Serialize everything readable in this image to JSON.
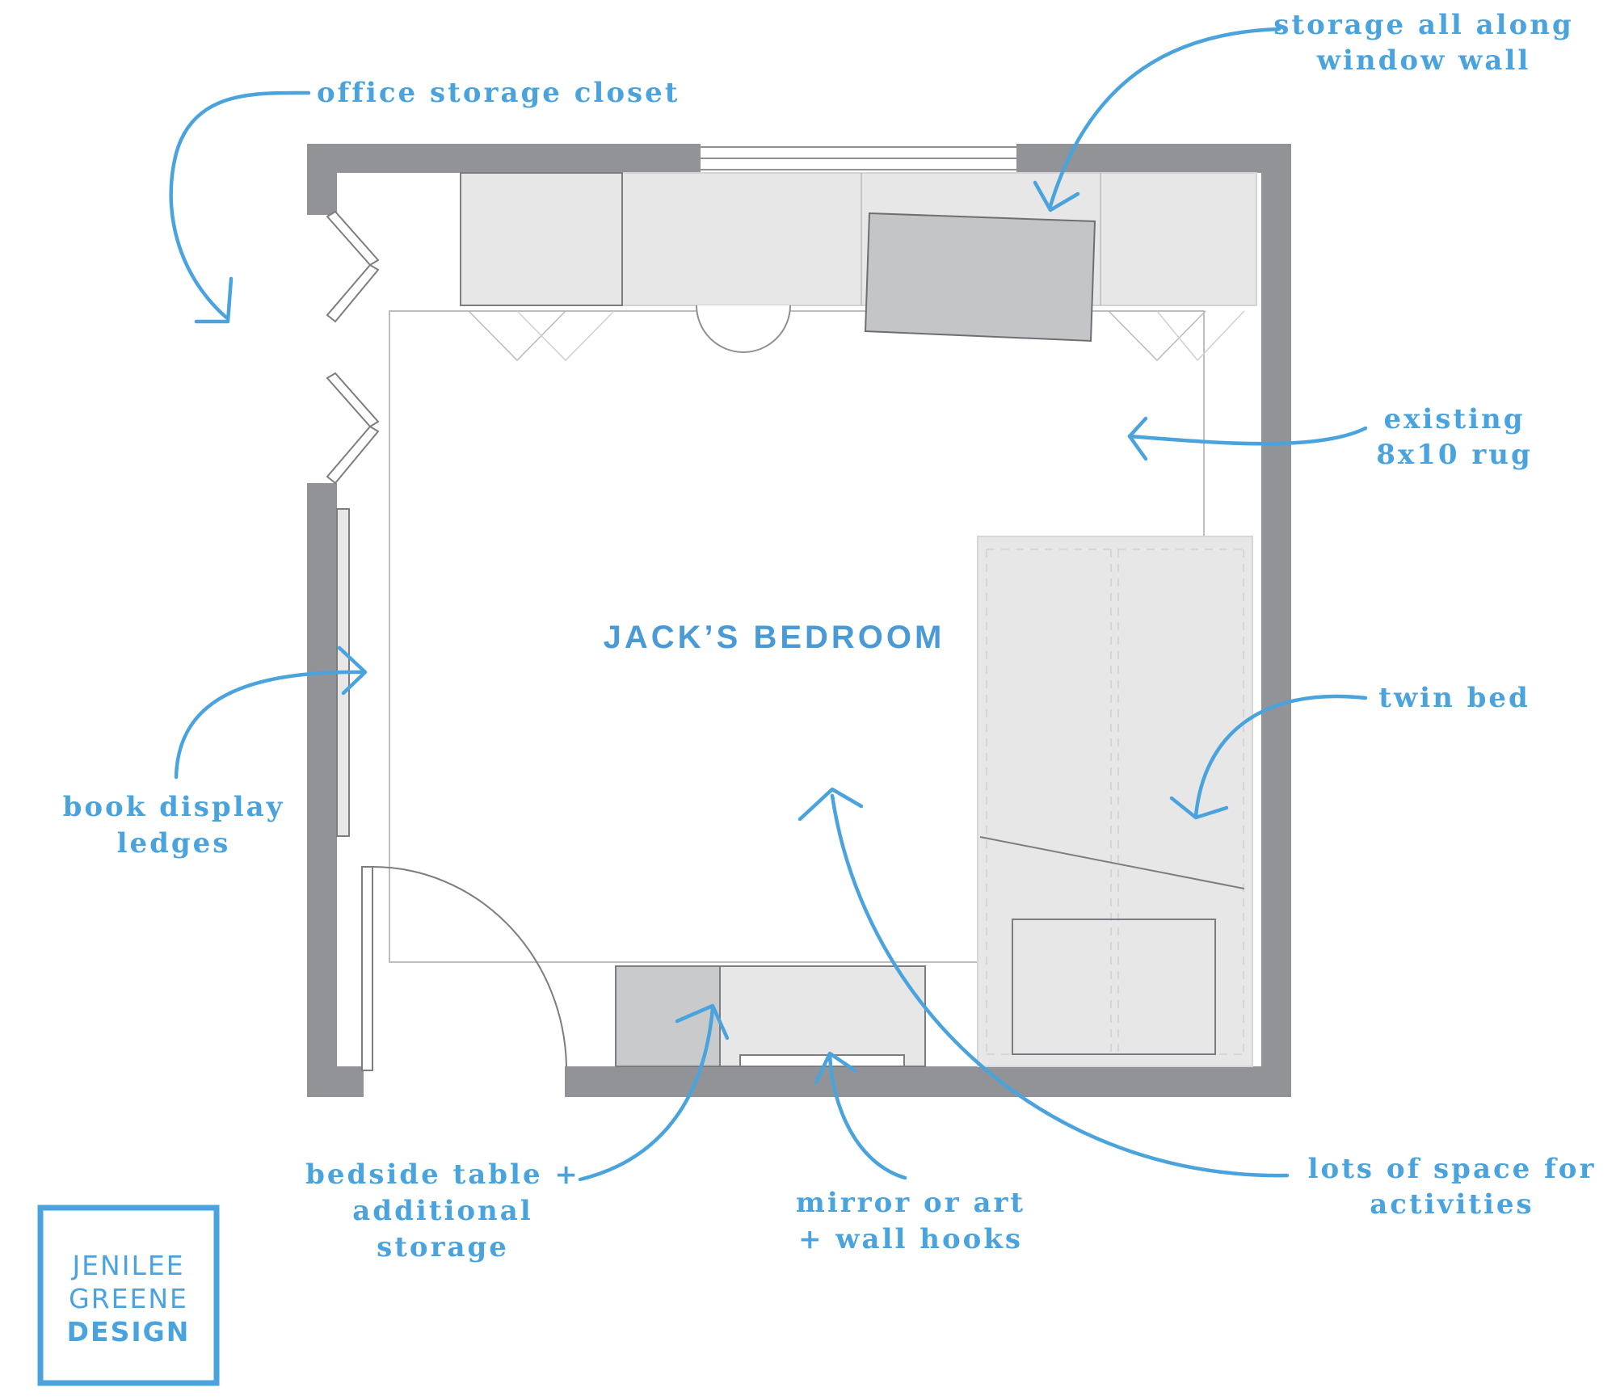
{
  "room_title": "JACK’S BEDROOM",
  "annotations": {
    "office_closet": [
      "office storage closet"
    ],
    "window_storage": [
      "storage all along",
      "window wall"
    ],
    "rug": [
      "existing",
      "8x10 rug"
    ],
    "twin_bed": [
      "twin bed"
    ],
    "book_ledges": [
      "book display",
      "ledges"
    ],
    "bedside_table": [
      "bedside table +",
      "additional",
      "storage"
    ],
    "mirror": [
      "mirror or art",
      "+ wall hooks"
    ],
    "activities": [
      "lots of space for",
      "activities"
    ]
  },
  "logo": [
    "JENILEE",
    "GREENE",
    "DESIGN"
  ],
  "colors": {
    "accent": "#4aa3dc",
    "wall": "#919396",
    "furniture": "#e7e7e8",
    "desk": "#c4c5c7",
    "bedside": "#c9cacc"
  }
}
